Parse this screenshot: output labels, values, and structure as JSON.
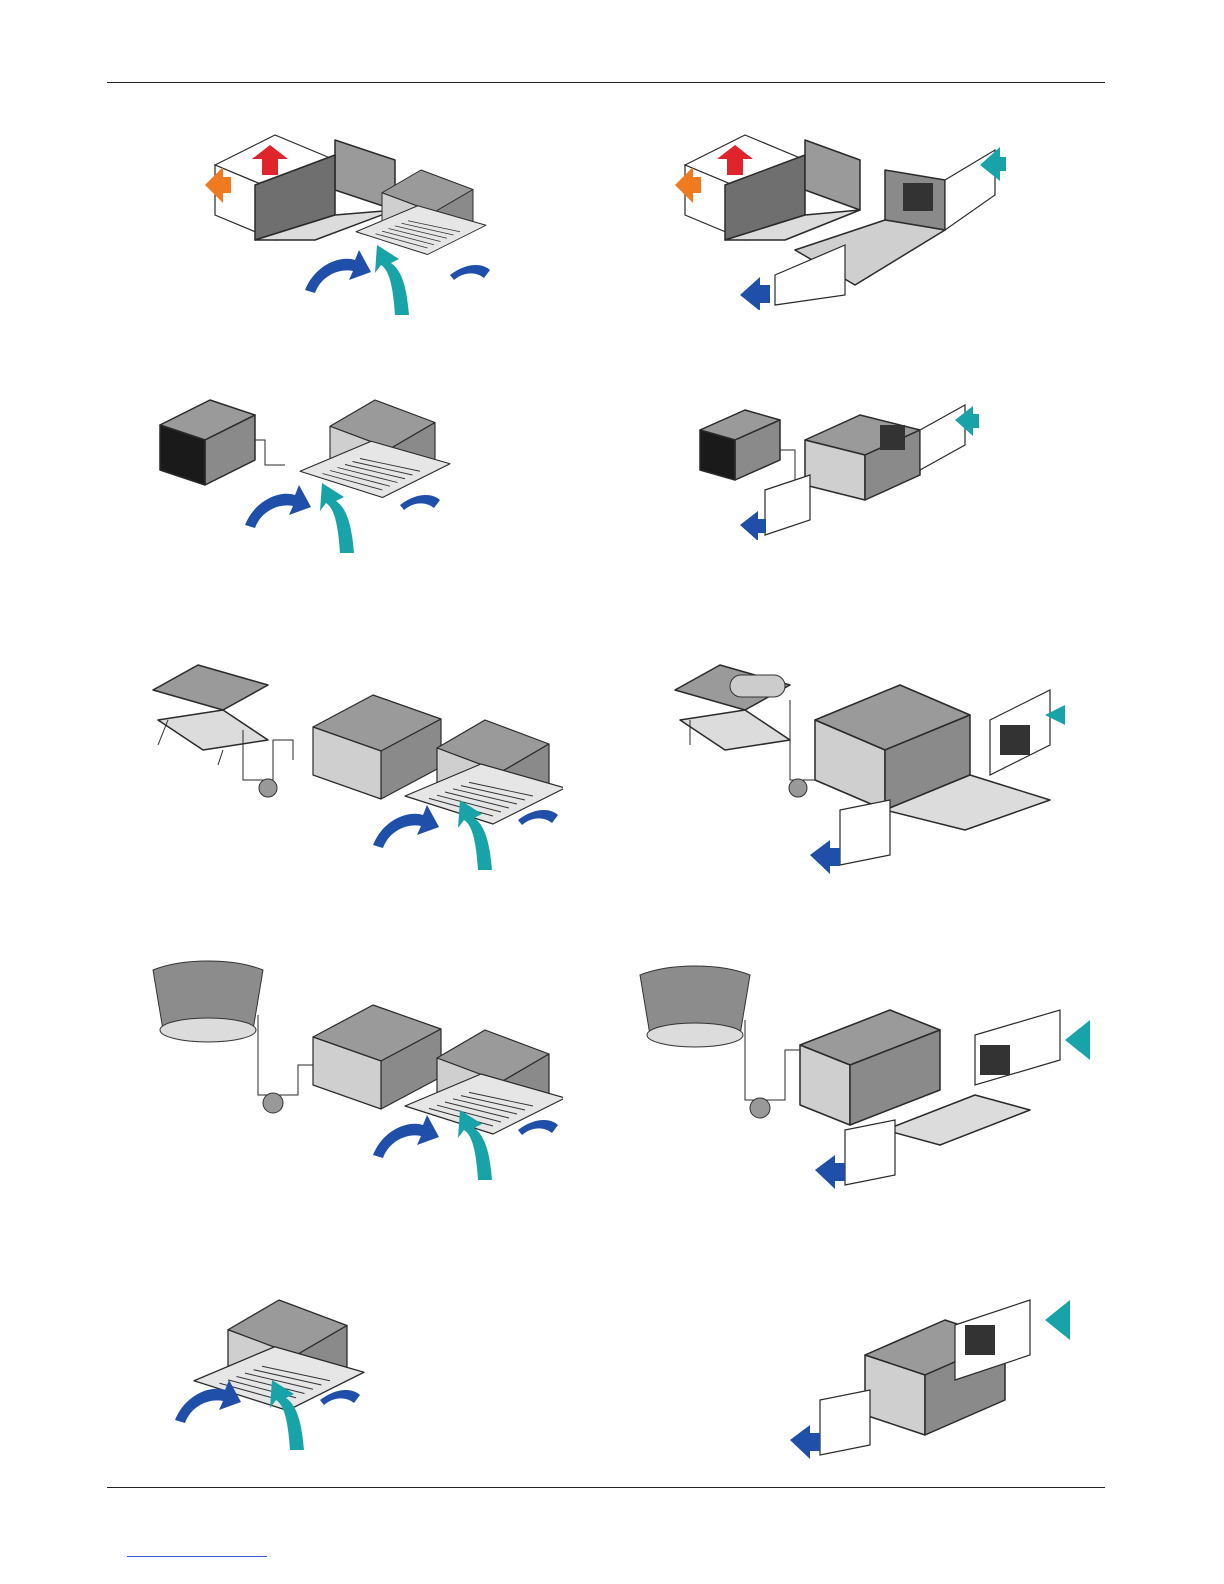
{
  "page": {
    "footer_link_color": "#3a5bd0"
  },
  "colors": {
    "outdoor_air_in": "#f07a1f",
    "exhaust_out": "#e0242b",
    "return_air": "#17a3a8",
    "supply_air": "#1f4fa8",
    "unit_gray": "#9a9a9a"
  },
  "diagrams": [
    {
      "id": "d1",
      "icon": "ceiling-cassette-with-fresh-air-unit"
    },
    {
      "id": "d2",
      "icon": "ducted-unit-with-fresh-air-unit"
    },
    {
      "id": "d3",
      "icon": "ceiling-cassette-with-air-cooled-condenser"
    },
    {
      "id": "d4",
      "icon": "ducted-unit-with-air-cooled-condenser"
    },
    {
      "id": "d5",
      "icon": "ceiling-cassette-with-dry-cooler"
    },
    {
      "id": "d6",
      "icon": "ducted-unit-with-dry-cooler"
    },
    {
      "id": "d7",
      "icon": "ceiling-cassette-with-cooling-tower"
    },
    {
      "id": "d8",
      "icon": "ducted-unit-with-cooling-tower"
    },
    {
      "id": "d9",
      "icon": "ceiling-cassette-standalone"
    },
    {
      "id": "d10",
      "icon": "ducted-unit-standalone"
    }
  ]
}
